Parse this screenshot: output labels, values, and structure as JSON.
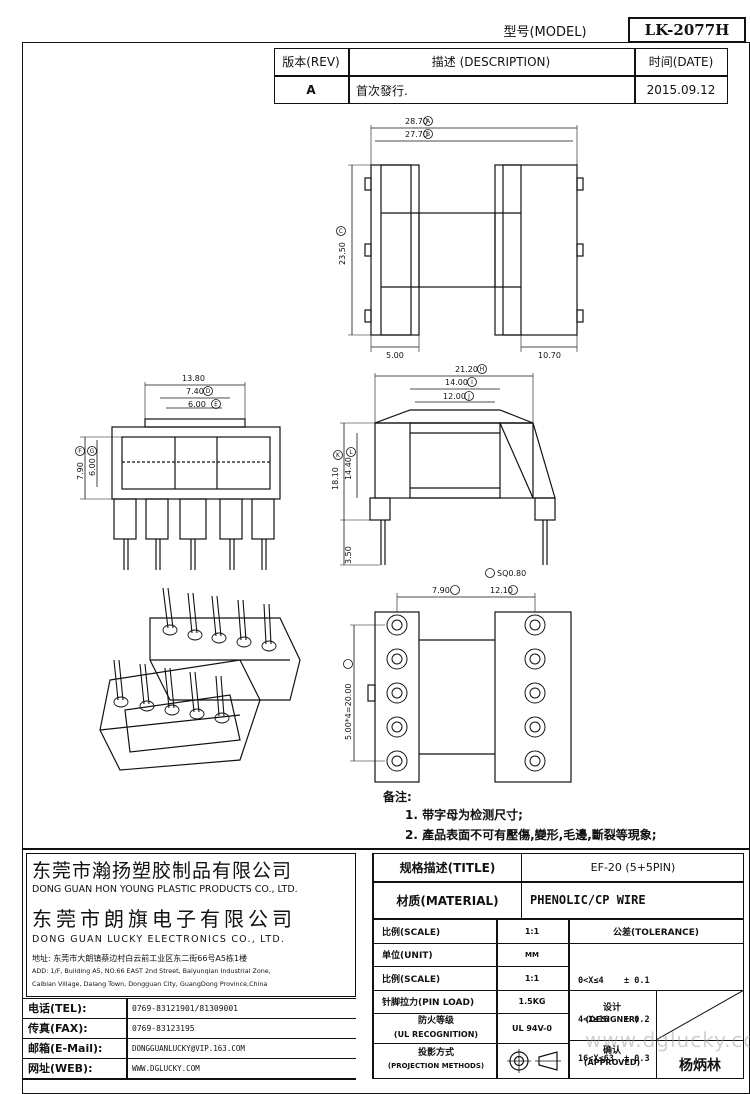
{
  "header": {
    "model_label": "型号(MODEL)",
    "model_value": "LK-2077H",
    "rev_label": "版本(REV)",
    "desc_label": "描述 (DESCRIPTION)",
    "date_label": "时间(DATE)",
    "rev_value": "A",
    "desc_value": "首次發行.",
    "date_value": "2015.09.12"
  },
  "dims": {
    "d1": "28.70",
    "d2": "27.70",
    "d3": "23.50",
    "d4": "5.00",
    "d5": "10.70",
    "d6": "13.80",
    "d7": "7.40",
    "d8": "6.00",
    "d9": "7.90",
    "d10": "6.00",
    "d11": "21.20",
    "d12": "14.00",
    "d13": "12.00",
    "d14": "18.10",
    "d15": "14.40",
    "d16": "3.50",
    "d17": "SQ0.80",
    "d18": "7.90",
    "d19": "12.10",
    "d20": "5.00*4=20.00"
  },
  "circle_marks": {
    "A": "A",
    "B": "B",
    "C": "C",
    "D": "D",
    "E": "E",
    "F": "F",
    "G": "G",
    "H": "H",
    "I": "I",
    "J": "J",
    "K": "K",
    "L": "L"
  },
  "notes": {
    "title": "备注:",
    "note1": "1. 带字母为检测尺寸;",
    "note2": "2. 產品表面不可有壓傷,變形,毛邊,斷裂等現象;"
  },
  "company": {
    "cn1": "东莞市瀚扬塑胶制品有限公司",
    "en1": "DONG GUAN HON YOUNG PLASTIC PRODUCTS CO., LTD.",
    "cn2": "东莞市朗旗电子有限公司",
    "en2": "DONG GUAN LUCKY ELECTRONICS CO., LTD.",
    "addr_cn": "地址: 东莞市大朗镇蔡边村白云前工业区东二街66号A5栋1楼",
    "addr_en1": "ADD: 1/F, Building A5, NO.66 EAST 2nd Street, Baiyunqian Industrial Zone,",
    "addr_en2": "Caibian Village, Dalang Town, Dongguan City, GuangDong Province,China"
  },
  "contact": {
    "tel_label": "电话(TEL):",
    "tel_value": "0769-83121901/81309001",
    "fax_label": "传真(FAX):",
    "fax_value": "0769-83123195",
    "email_label": "邮箱(E-Mail):",
    "email_value": "DONGGUANLUCKY@VIP.163.COM",
    "web_label": "网址(WEB):",
    "web_value": "WWW.DGLUCKY.COM"
  },
  "spec": {
    "title_label": "规格描述(TITLE)",
    "title_value": "EF-20 (5+5PIN)",
    "material_label": "材质(MATERIAL)",
    "material_value": "PHENOLIC/CP WIRE",
    "scale_label": "比例(SCALE)",
    "scale_value": "1:1",
    "unit_label": "单位(UNIT)",
    "unit_value": "MM",
    "scale2_label": "比例(SCALE)",
    "scale2_value": "1:1",
    "pinload_label": "针脚拉力(PIN LOAD)",
    "pinload_value": "1.5KG",
    "fire_label1": "防火等级",
    "fire_label2": "(UL RECOGNITION)",
    "fire_value": "UL 94V-0",
    "proj_label1": "投影方式",
    "proj_label2": "(PROJECTION METHODS)",
    "tol_label": "公差(TOLERANCE)",
    "tol1": "0<X≤4    ± 0.1",
    "tol2": "4<X≤16   ± 0.2",
    "tol3": "16<X≤63  ± 0.3",
    "designer_label1": "设计",
    "designer_label2": "(DESIGNER)",
    "approved_label1": "确认",
    "approved_label2": "(APPROVED)",
    "approved_value": "杨炳林",
    "watermark": "www.dglucky.com"
  }
}
